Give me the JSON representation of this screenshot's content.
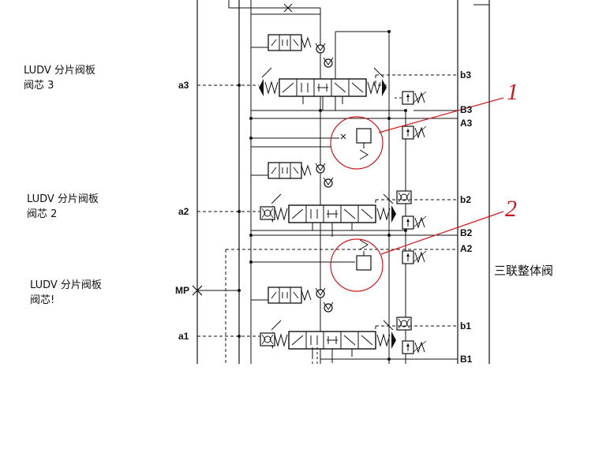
{
  "section_labels": [
    {
      "line1": "LUDV 分片阀板",
      "line2": "阀芯 3"
    },
    {
      "line1": "LUDV 分片阀板",
      "line2": "阀芯 2"
    },
    {
      "line1": "LUDV 分片阀板",
      "line2": "阀芯!"
    }
  ],
  "ports_left": {
    "a3": "a3",
    "a2": "a2",
    "mp": "MP",
    "a1": "a1"
  },
  "ports_right": {
    "b3": "b3",
    "B3": "B3",
    "A3": "A3",
    "b2": "b2",
    "B2": "B2",
    "A2": "A2",
    "b1": "b1",
    "B1": "B1"
  },
  "callouts": {
    "c1": "1",
    "c2": "2"
  },
  "assembly_title": "三联整体阀",
  "colors": {
    "line": "#111111",
    "callout": "#d0161b"
  }
}
